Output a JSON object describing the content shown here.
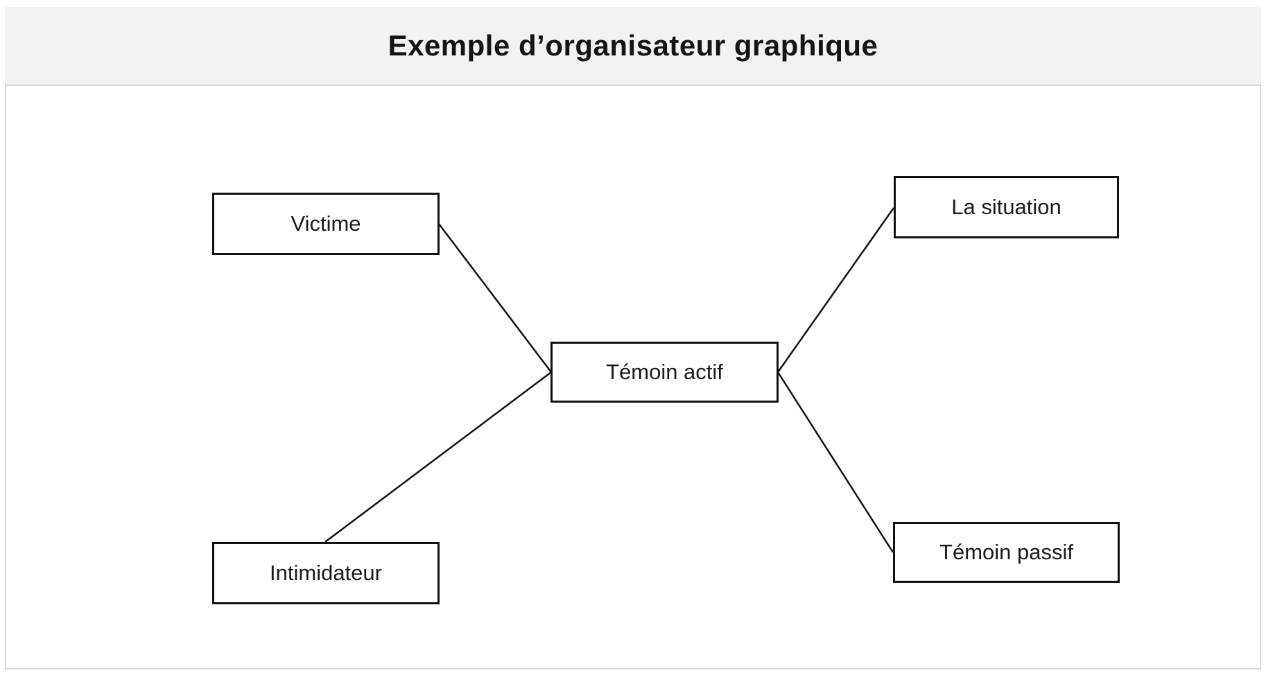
{
  "header": {
    "title": "Exemple d’organisateur graphique"
  },
  "diagram": {
    "center_node": {
      "id": "temoin-actif",
      "label": "Témoin actif"
    },
    "nodes": [
      {
        "id": "victime",
        "label": "Victime",
        "position": "top-left"
      },
      {
        "id": "la-situation",
        "label": "La situation",
        "position": "top-right"
      },
      {
        "id": "intimidateur",
        "label": "Intimidateur",
        "position": "bottom-left"
      },
      {
        "id": "temoin-passif",
        "label": "Témoin passif",
        "position": "bottom-right"
      }
    ],
    "connections": [
      {
        "from": "victime",
        "to": "temoin-actif"
      },
      {
        "from": "intimidateur",
        "to": "temoin-actif"
      },
      {
        "from": "temoin-actif",
        "to": "la-situation"
      },
      {
        "from": "temoin-actif",
        "to": "temoin-passif"
      }
    ]
  },
  "colors": {
    "header_bg": "#f2f2f2",
    "panel_border": "#d9d9d9",
    "node_border": "#111111",
    "connector": "#111111",
    "text": "#1a1a1a"
  }
}
